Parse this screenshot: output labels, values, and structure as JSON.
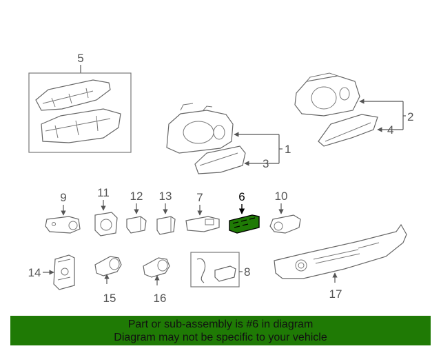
{
  "callouts": {
    "c1": "1",
    "c2": "2",
    "c3": "3",
    "c4": "4",
    "c5": "5",
    "c6": "6",
    "c7": "7",
    "c8": "8",
    "c9": "9",
    "c10": "10",
    "c11": "11",
    "c12": "12",
    "c13": "13",
    "c14": "14",
    "c15": "15",
    "c16": "16",
    "c17": "17"
  },
  "highlight_color": "#1f7a05",
  "banner": {
    "line1": "Part or sub-assembly is #6 in diagram",
    "line2": "Diagram may not be specific to your vehicle"
  }
}
